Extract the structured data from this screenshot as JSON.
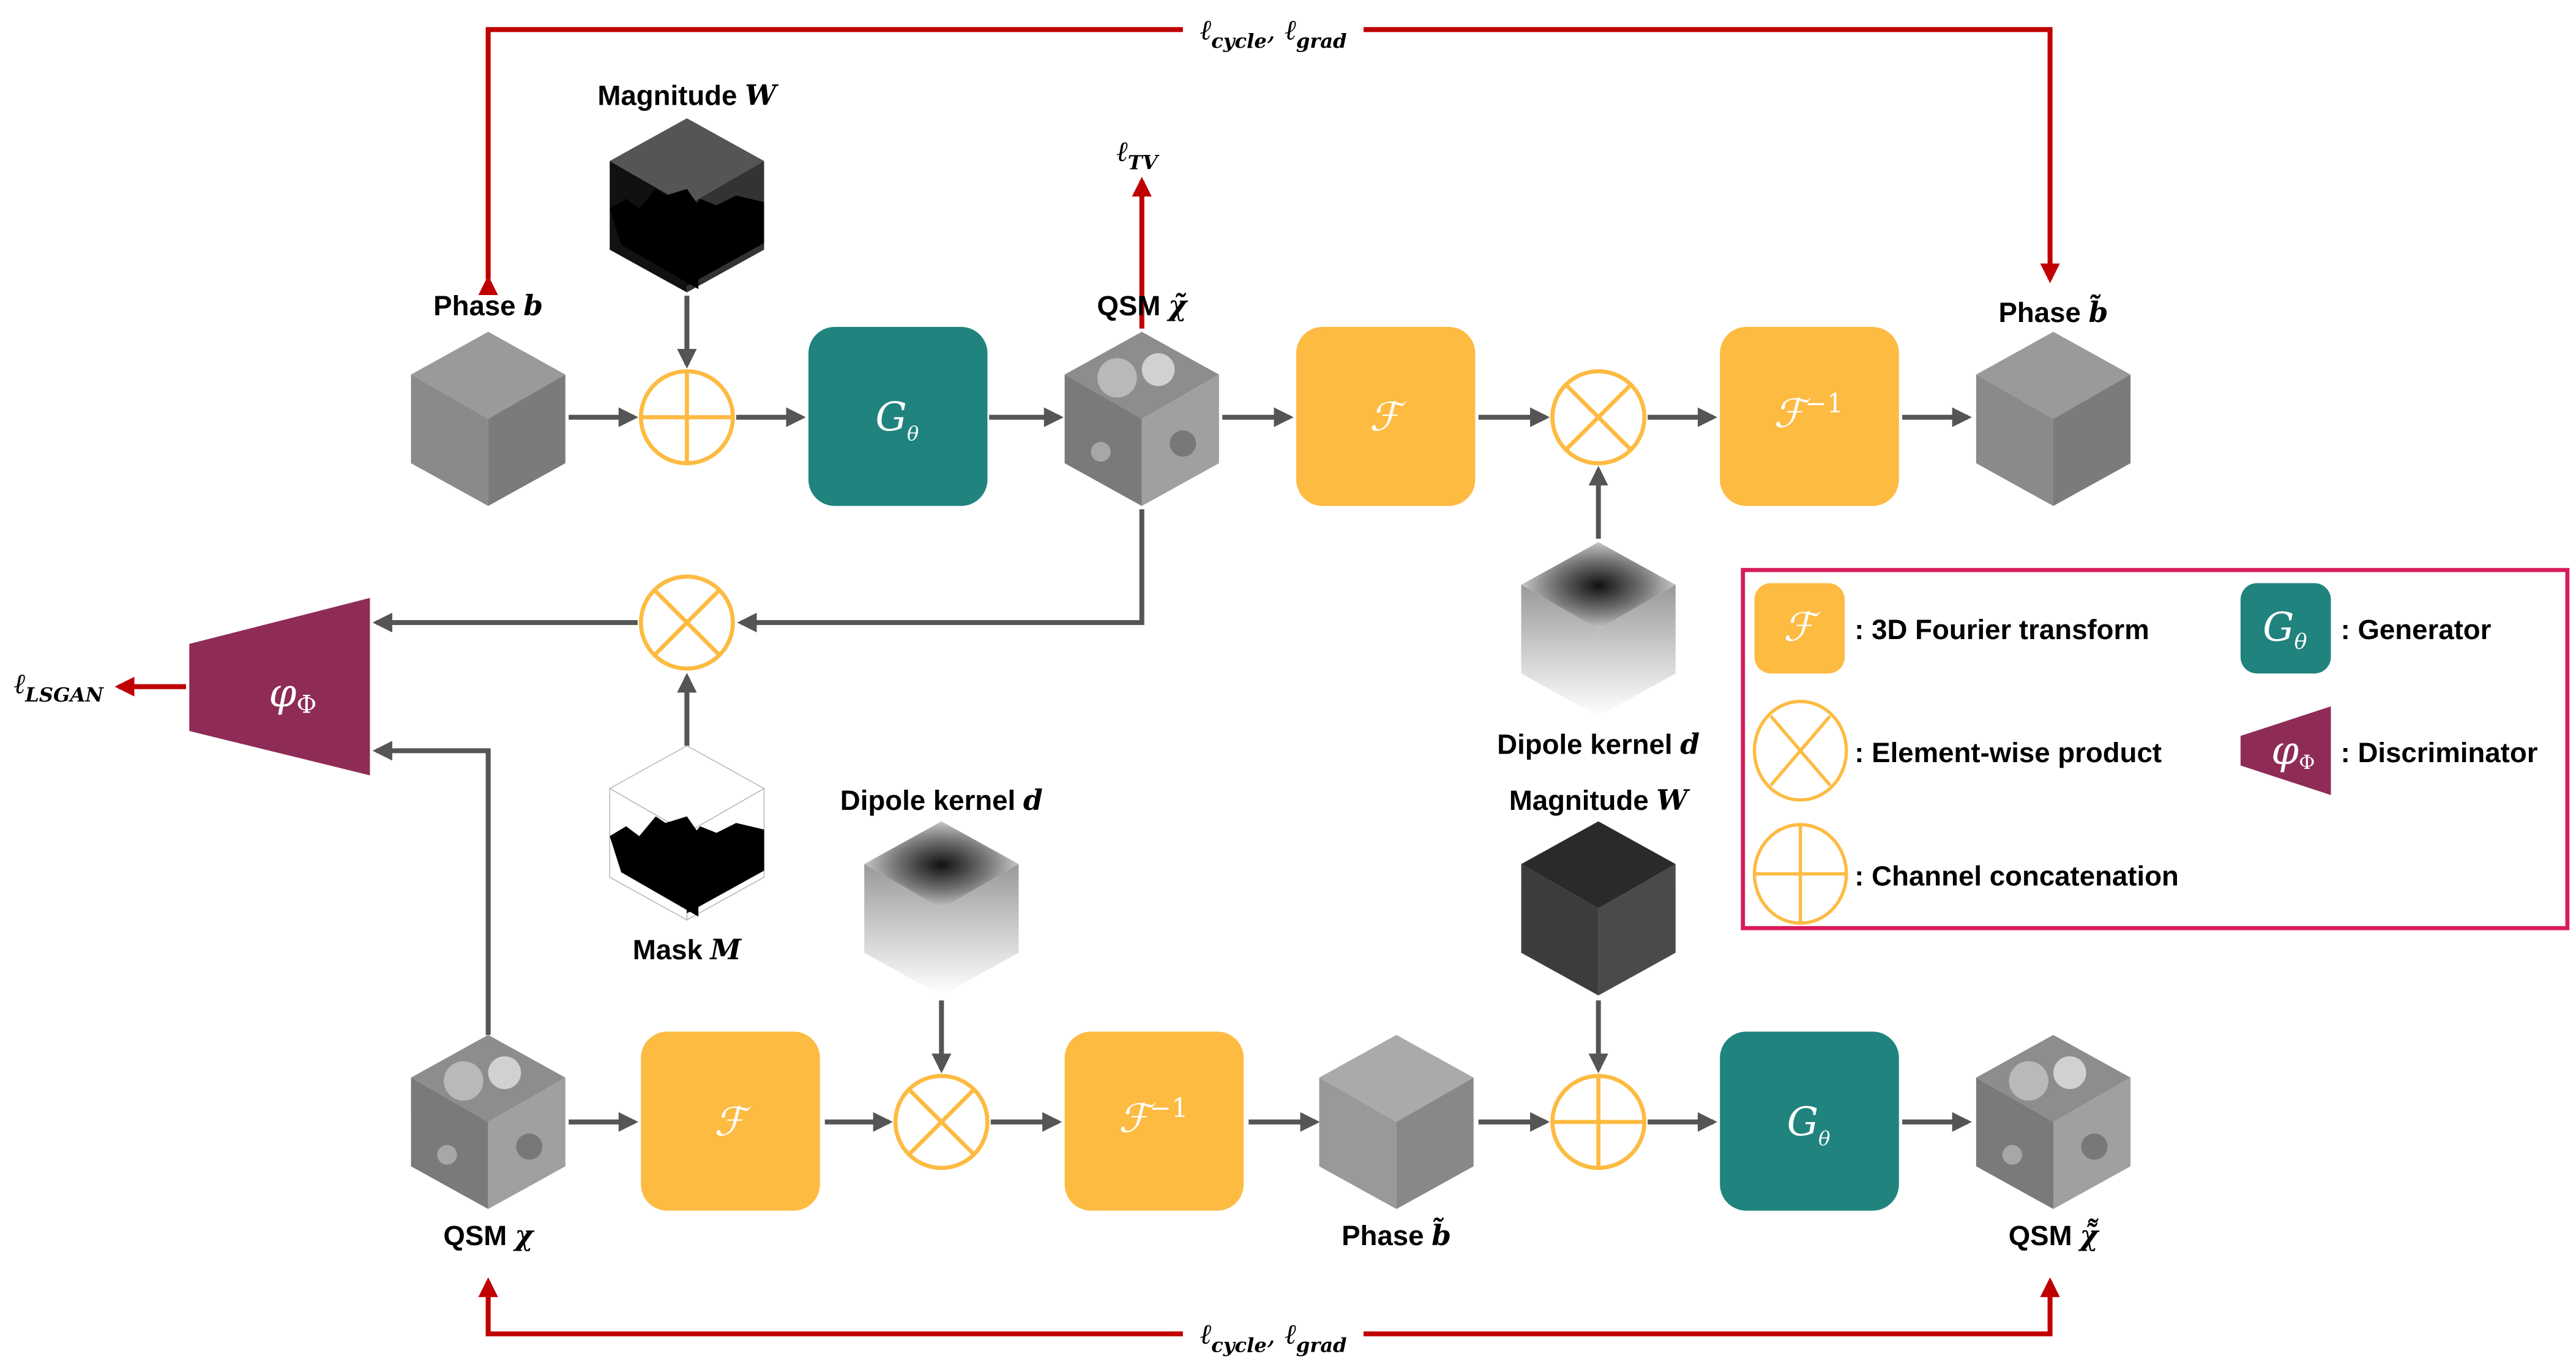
{
  "colors": {
    "fourier": "#FDBB42",
    "generator": "#20837E",
    "discriminator": "#8E2C57",
    "arrow": "#555555",
    "loss_arrow": "#C00000",
    "legend_border": "#D81B5A"
  },
  "losses": {
    "cycle_top": {
      "l1": "ℓ",
      "s1": "cycle",
      "sep": ", ",
      "l2": "ℓ",
      "s2": "grad"
    },
    "cycle_bottom": {
      "l1": "ℓ",
      "s1": "cycle",
      "sep": ", ",
      "l2": "ℓ",
      "s2": "grad"
    },
    "tv": {
      "l": "ℓ",
      "s": "TV"
    },
    "lsgan": {
      "l": "ℓ",
      "s": "LSGAN"
    }
  },
  "blocks": {
    "G": "G",
    "G_sub": "θ",
    "F": "ℱ",
    "Finv": "ℱ",
    "Finv_sup": "−1",
    "D": "φ",
    "D_sub": "Φ"
  },
  "labels": {
    "magnitude_top": {
      "word": "Magnitude ",
      "sym": "W"
    },
    "phase_b": {
      "word": "Phase ",
      "sym": "b"
    },
    "qsm_top": {
      "word": "QSM ",
      "sym": "χ̃"
    },
    "phase_bb": {
      "word": "Phase ",
      "sym": "b̃̃"
    },
    "dipole_top": {
      "word": "Dipole kernel ",
      "sym": "d"
    },
    "mask": {
      "word": "Mask ",
      "sym": "M"
    },
    "dipole_bottom": {
      "word": "Dipole kernel ",
      "sym": "d"
    },
    "magnitude_bottom": {
      "word": "Magnitude ",
      "sym": "W"
    },
    "qsm_chi": {
      "word": "QSM ",
      "sym": "χ"
    },
    "phase_btilde": {
      "word": "Phase ",
      "sym": "b̃"
    },
    "qsm_chichi": {
      "word": "QSM ",
      "sym": "χ̃̃"
    }
  },
  "legend": {
    "fourier": ": 3D Fourier transform",
    "generator": ": Generator",
    "product": ": Element-wise product",
    "discriminator": ": Discriminator",
    "concat": ": Channel concatenation"
  }
}
